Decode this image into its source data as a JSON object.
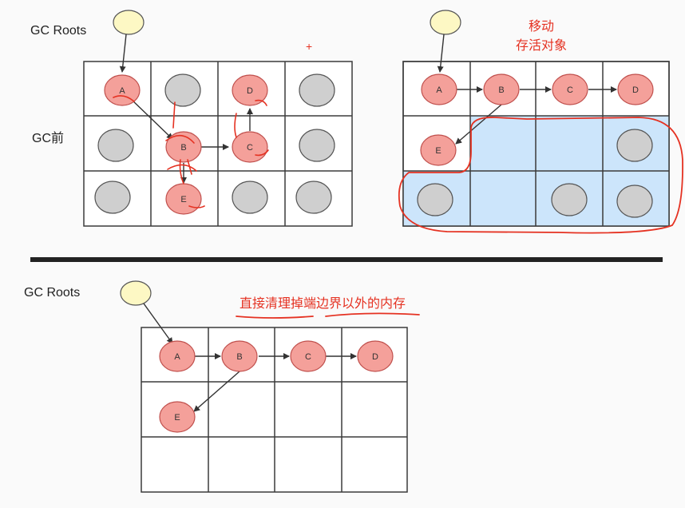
{
  "labels": {
    "gc_roots_top": "GC Roots",
    "gc_before": "GC前",
    "gc_roots_bottom": "GC Roots",
    "plus_mark": "+"
  },
  "annotations": {
    "move_line1": "移动",
    "move_line2": "存活对象",
    "clear_text": "直接清理掉端边界以外的内存"
  },
  "nodes": {
    "A": "A",
    "B": "B",
    "C": "C",
    "D": "D",
    "E": "E"
  },
  "colors": {
    "live_fill": "#f4a09a",
    "live_stroke": "#c0504d",
    "dead_fill": "#cfcfcf",
    "root_fill": "#fdf8c4",
    "free_area": "#cce5fb",
    "annotation_red": "#e53222",
    "grid_line": "#3b3b3b"
  }
}
